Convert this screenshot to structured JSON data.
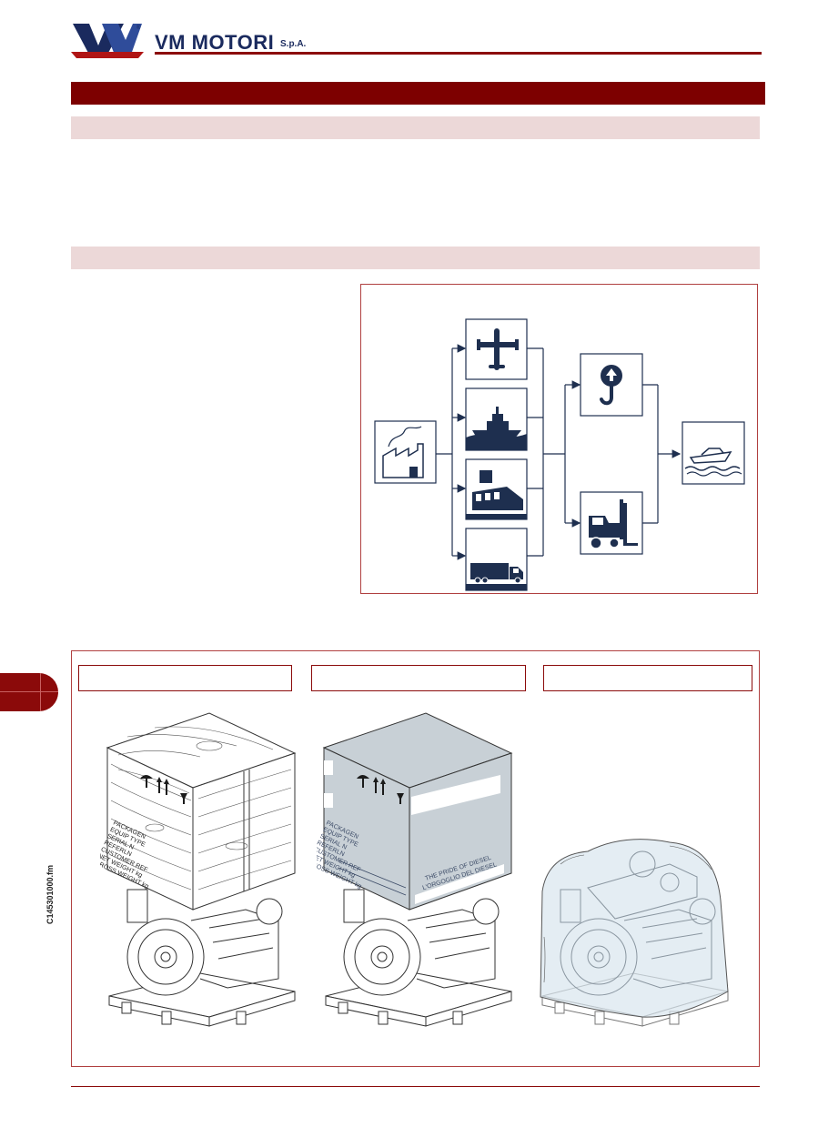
{
  "header": {
    "brand": "VM MOTORI",
    "brand_suffix": "S.p.A.",
    "logo_text": "VM"
  },
  "margin": {
    "file_label": "C145301000.fm"
  },
  "packages": {
    "crate_markings": [
      "PACKAGEN",
      "EQUIP TYPE",
      "SERIAL N",
      "REFERLN",
      "CUSTOMER REF",
      "NET WEIGHT kg",
      "GROSS WEIGHT kg"
    ],
    "box_slogan_1": "THE PRIDE OF DIESEL",
    "box_slogan_2": "L'ORGOGLIO DEL DIESEL"
  },
  "colors": {
    "brand_red": "#7d0000",
    "section_pink": "#ecd8d8",
    "navy": "#1a2a5e",
    "icon_navy": "#1e2f4f"
  },
  "icons": [
    "factory-icon",
    "airplane-icon",
    "ship-icon",
    "train-icon",
    "truck-icon",
    "crane-hook-icon",
    "forklift-icon",
    "boat-icon"
  ]
}
